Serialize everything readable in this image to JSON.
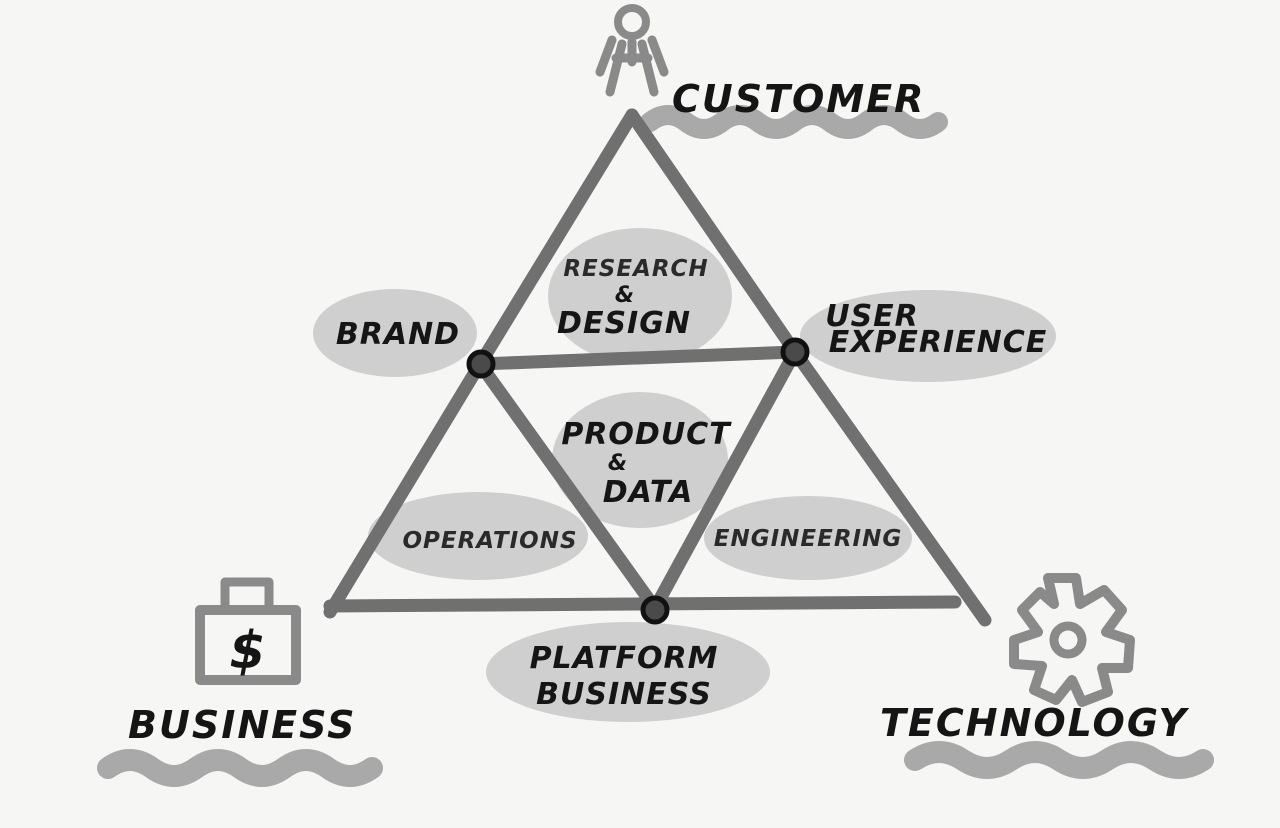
{
  "corners": {
    "customer": "CUSTOMER",
    "business": "BUSINESS",
    "technology": "TECHNOLOGY"
  },
  "regions": {
    "brand": "BRAND",
    "research_line1": "RESEARCH",
    "research_amp": "&",
    "research_line2": "DESIGN",
    "ux_line1": "USER",
    "ux_line2": "EXPERIENCE",
    "product_line1": "PRODUCT",
    "product_amp": "&",
    "product_line2": "DATA",
    "operations": "OPERATIONS",
    "engineering": "ENGINEERING",
    "platform_line1": "PLATFORM",
    "platform_line2": "BUSINESS"
  },
  "icons": {
    "customer": "person-icon",
    "business": "money-bag-icon",
    "technology": "gear-icon"
  },
  "icon_text": {
    "money_symbol": "$"
  },
  "colors": {
    "background": "#f6f6f4",
    "ink": "#151515",
    "wash": "#cfcfcf",
    "marker": "#707070"
  }
}
